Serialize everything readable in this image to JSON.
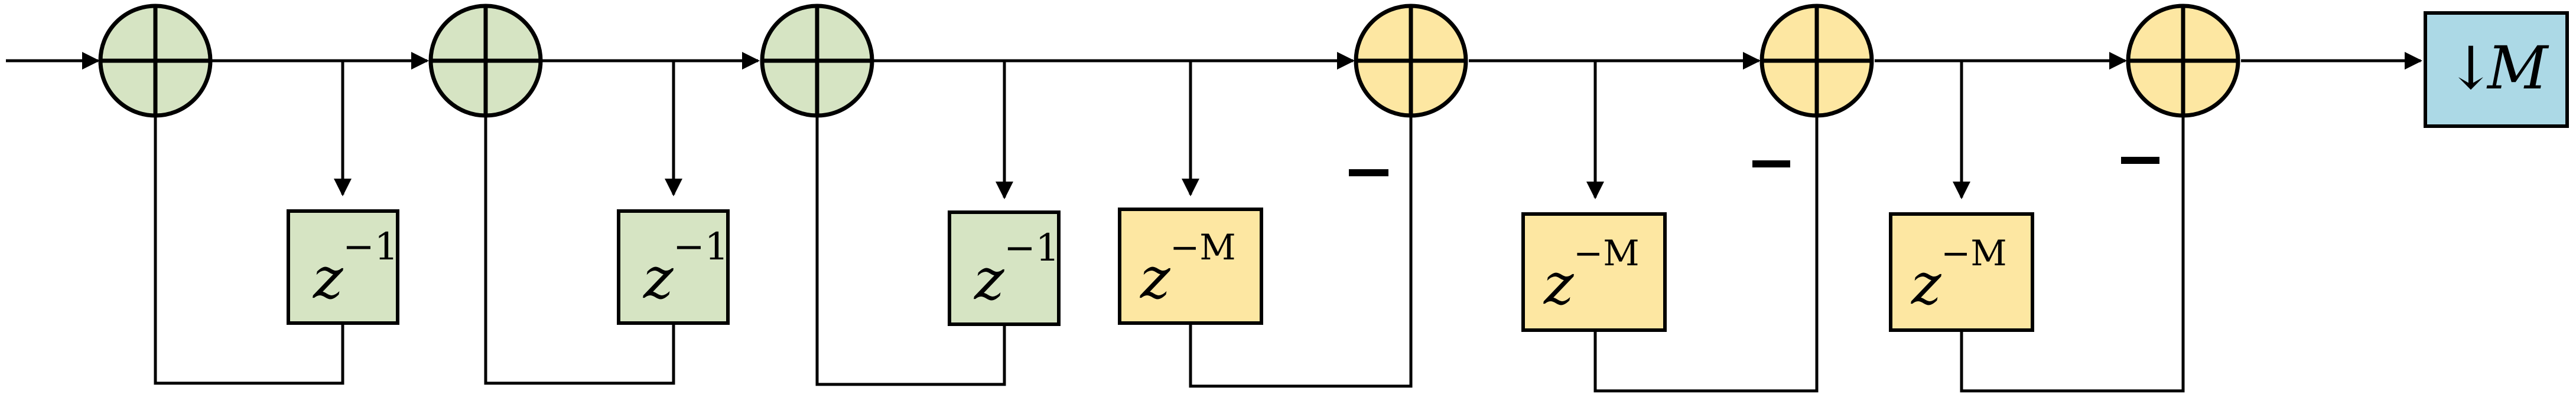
{
  "colors": {
    "integrator_fill": "#d6e4c3",
    "comb_fill": "#fde7a2",
    "decimator_fill": "#acd9e6",
    "stroke": "#000000"
  },
  "integrator_delays": [
    {
      "base": "z",
      "exp": "−1"
    },
    {
      "base": "z",
      "exp": "−1"
    },
    {
      "base": "z",
      "exp": "−1"
    }
  ],
  "comb_delays": [
    {
      "base": "z",
      "exp": "−M"
    },
    {
      "base": "z",
      "exp": "−M"
    },
    {
      "base": "z",
      "exp": "−M"
    }
  ],
  "decimator": {
    "arrow": "↓",
    "factor": "M"
  }
}
